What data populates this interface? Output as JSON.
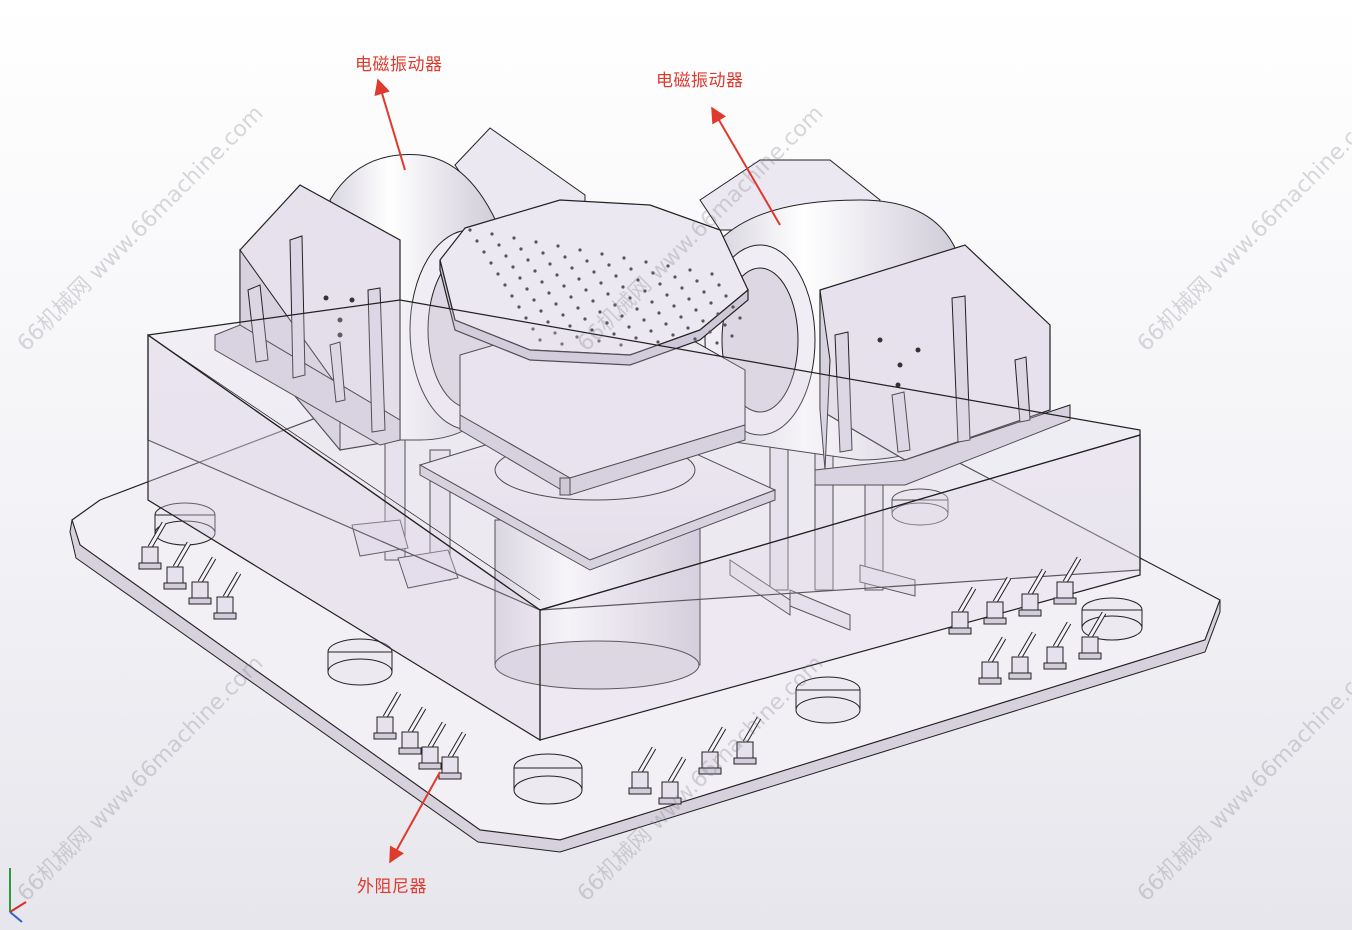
{
  "callouts": {
    "vibrator_left": "电磁振动器",
    "vibrator_right": "电磁振动器",
    "damper": "外阻尼器"
  },
  "watermark": {
    "text": "66机械网 www.66machine.com"
  },
  "colors": {
    "callout_red": "#e0392e",
    "part_lavender": "#e9e4ef",
    "part_shadow": "#cfc8d8",
    "edge": "#222222",
    "glass": "#e6dcea"
  }
}
